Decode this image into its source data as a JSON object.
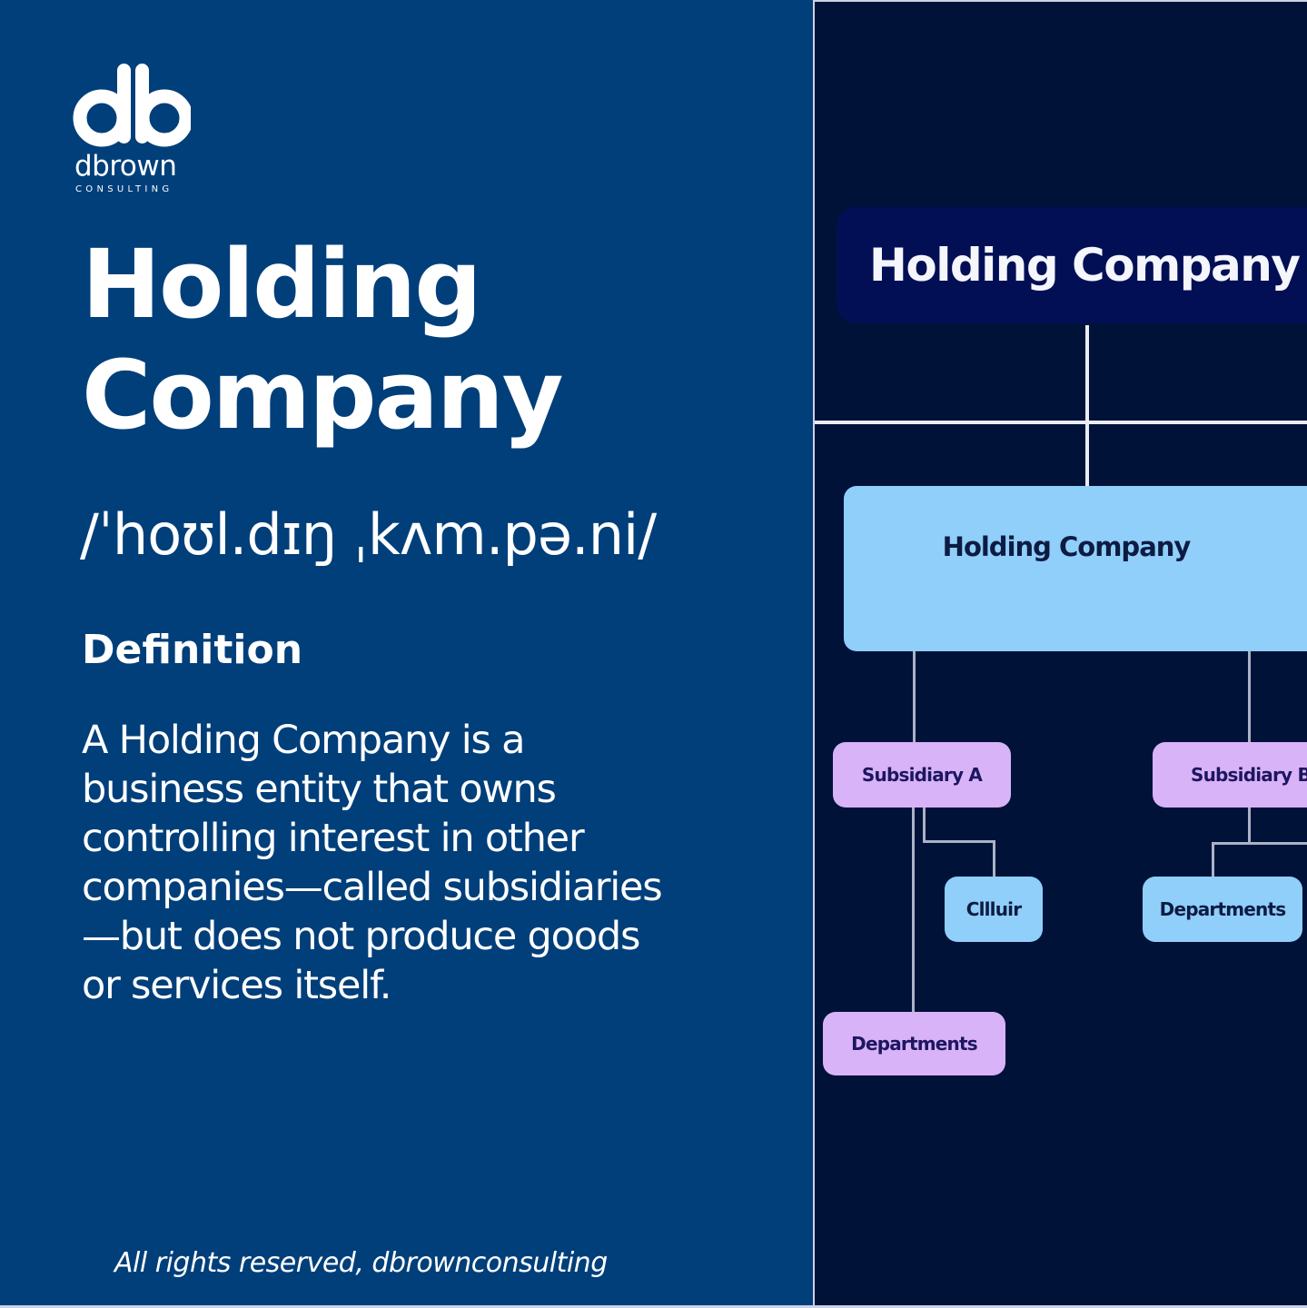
{
  "brand": {
    "monogram": "db",
    "name": "dbrown",
    "tagline": "CONSULTING"
  },
  "term": {
    "title_line1": "Holding",
    "title_line2": "Company",
    "pronunciation": "/ˈhoʊl.dɪŋ ˌkʌm.pə.ni/"
  },
  "definition": {
    "heading": "Definition",
    "body": "A Holding Company is a business entity that owns controlling interest in other companies—called subsidiaries—but does not produce goods or services itself."
  },
  "footer": {
    "copyright": "All rights reserved, dbrownconsulting"
  },
  "colors": {
    "left_panel": "#013f7a",
    "right_panel": "#011239",
    "header_box": "#030f55",
    "blue_box": "#8fcffa",
    "purple_box": "#d8b3f7"
  },
  "diagram": {
    "header_label": "Holding Company",
    "root_label": "Holding Company",
    "subsidiaries": [
      {
        "label": "Subsidiary A",
        "children": [
          "Cllluir",
          "Departments"
        ]
      },
      {
        "label": "Subsidiary B",
        "children": [
          "Departments"
        ]
      }
    ]
  }
}
